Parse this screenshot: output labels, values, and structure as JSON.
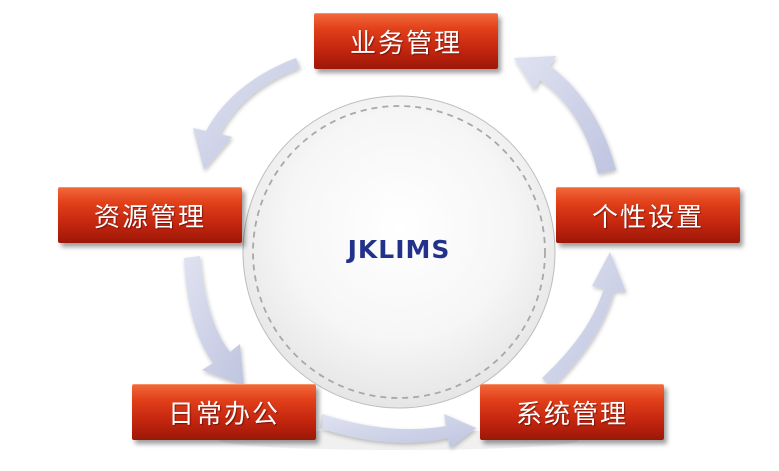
{
  "diagram": {
    "center_text": "JKLIMS",
    "modules": [
      {
        "id": "business",
        "label": "业务管理"
      },
      {
        "id": "resource",
        "label": "资源管理"
      },
      {
        "id": "personal",
        "label": "个性设置"
      },
      {
        "id": "office",
        "label": "日常办公"
      },
      {
        "id": "system",
        "label": "系统管理"
      }
    ]
  },
  "colors": {
    "box_red": "#c4260f",
    "center_text": "#22318a",
    "arrow": "#c9cde6",
    "circle_border": "#a8a8a8"
  }
}
